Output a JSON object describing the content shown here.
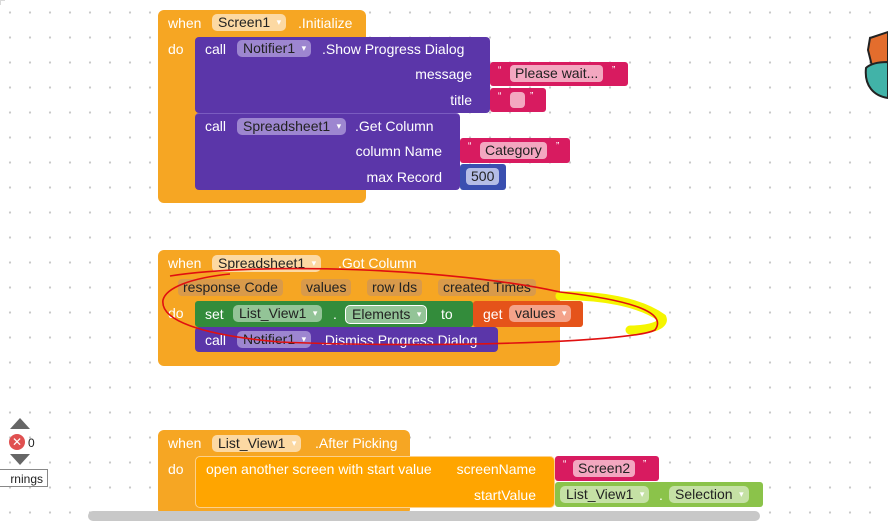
{
  "block1": {
    "when": "when",
    "component": "Screen1",
    "event": ".Initialize",
    "do": "do",
    "call1": {
      "call": "call",
      "component": "Notifier1",
      "method": ".Show Progress Dialog",
      "message_label": "message",
      "message_value": "Please wait...",
      "title_label": "title",
      "title_value": ""
    },
    "call2": {
      "call": "call",
      "component": "Spreadsheet1",
      "method": ".Get Column",
      "column_label": "column Name",
      "column_value": "Category",
      "max_label": "max Record",
      "max_value": "500"
    }
  },
  "block2": {
    "when": "when",
    "component": "Spreadsheet1",
    "event": ".Got Column",
    "params": [
      "response Code",
      "values",
      "row Ids",
      "created Times"
    ],
    "do": "do",
    "set": {
      "set": "set",
      "component": "List_View1",
      "dot": ".",
      "property": "Elements",
      "to": "to",
      "get": "get",
      "get_var": "values"
    },
    "call": {
      "call": "call",
      "component": "Notifier1",
      "method": ".Dismiss Progress Dialog"
    }
  },
  "block3": {
    "when": "when",
    "component": "List_View1",
    "event": ".After Picking",
    "do": "do",
    "open": {
      "label": "open another screen with start value",
      "screen_label": "screenName",
      "screen_value": "Screen2",
      "start_label": "startValue",
      "start_component": "List_View1",
      "dot": ".",
      "start_property": "Selection"
    }
  },
  "warnings": {
    "error_count": "0",
    "button": "rnings"
  },
  "quote_open": "“",
  "quote_close": "”",
  "colors": {
    "event": "#f6a623",
    "procedure": "#5b36a9",
    "text": "#d81b60",
    "math": "#3a4fb0",
    "set": "#338c3b",
    "component": "#8bc34a",
    "get": "#e5531a"
  }
}
